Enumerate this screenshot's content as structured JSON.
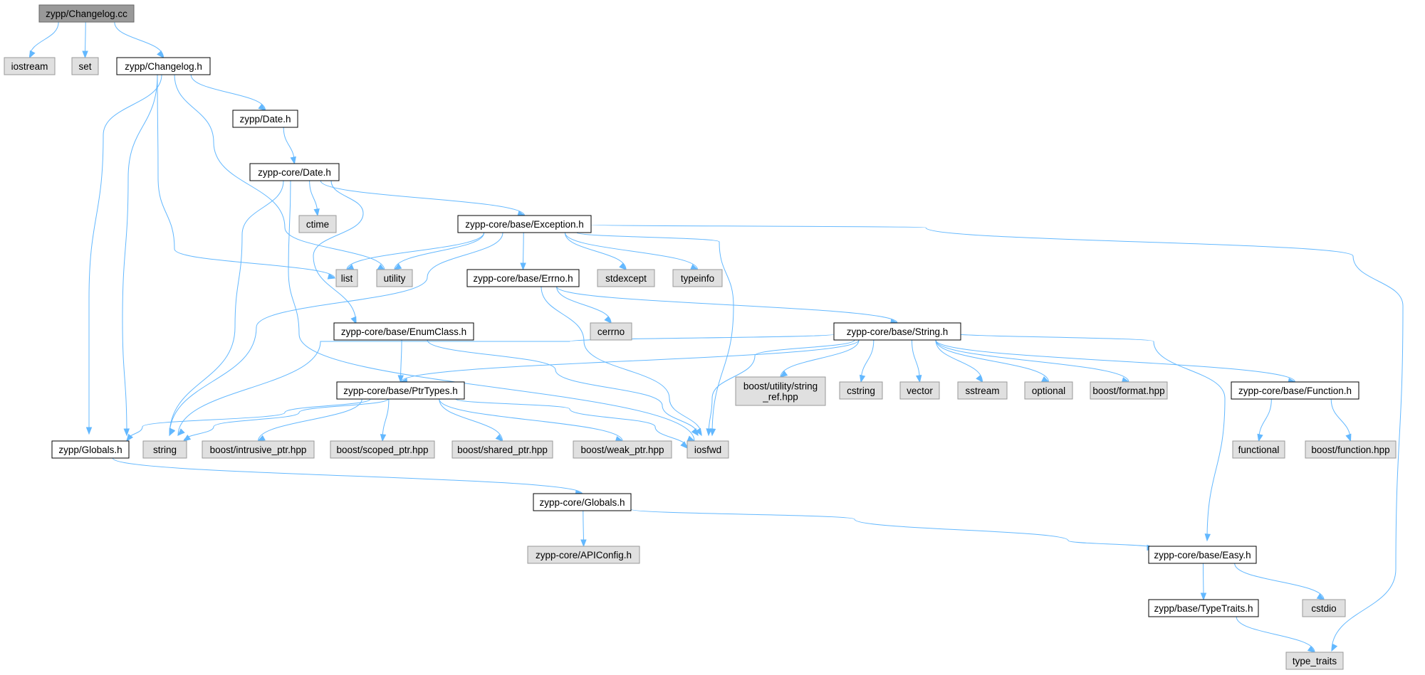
{
  "colors": {
    "root_fill": "#999999",
    "root_stroke": "#666666",
    "documented_fill": "#ffffff",
    "documented_stroke": "#000000",
    "external_fill": "#e0e0e0",
    "external_stroke": "#999999",
    "edge": "#63b8ff"
  },
  "nodes": [
    {
      "id": "n0",
      "label": "zypp/Changelog.cc",
      "kind": "root"
    },
    {
      "id": "n1",
      "label": "iostream",
      "kind": "external"
    },
    {
      "id": "n2",
      "label": "set",
      "kind": "external"
    },
    {
      "id": "n3",
      "label": "zypp/Changelog.h",
      "kind": "documented"
    },
    {
      "id": "n4",
      "label": "zypp/Date.h",
      "kind": "documented"
    },
    {
      "id": "n5",
      "label": "zypp-core/Date.h",
      "kind": "documented"
    },
    {
      "id": "n6",
      "label": "ctime",
      "kind": "external"
    },
    {
      "id": "n7",
      "label": "zypp-core/base/Exception.h",
      "kind": "documented"
    },
    {
      "id": "n8",
      "label": "list",
      "kind": "external"
    },
    {
      "id": "n9",
      "label": "utility",
      "kind": "external"
    },
    {
      "id": "n10",
      "label": "zypp-core/base/Errno.h",
      "kind": "documented"
    },
    {
      "id": "n11",
      "label": "stdexcept",
      "kind": "external"
    },
    {
      "id": "n12",
      "label": "typeinfo",
      "kind": "external"
    },
    {
      "id": "n13",
      "label": "cerrno",
      "kind": "external"
    },
    {
      "id": "n14",
      "label": "zypp-core/base/EnumClass.h",
      "kind": "documented"
    },
    {
      "id": "n15",
      "label": "zypp-core/base/String.h",
      "kind": "documented"
    },
    {
      "id": "n16",
      "label": "zypp-core/base/PtrTypes.h",
      "kind": "documented"
    },
    {
      "id": "n17",
      "label": "boost/utility/string_ref.hpp",
      "lines": [
        "boost/utility/string",
        "_ref.hpp"
      ],
      "kind": "external"
    },
    {
      "id": "n18",
      "label": "cstring",
      "kind": "external"
    },
    {
      "id": "n19",
      "label": "vector",
      "kind": "external"
    },
    {
      "id": "n20",
      "label": "sstream",
      "kind": "external"
    },
    {
      "id": "n21",
      "label": "optional",
      "kind": "external"
    },
    {
      "id": "n22",
      "label": "boost/format.hpp",
      "kind": "external"
    },
    {
      "id": "n23",
      "label": "zypp-core/base/Function.h",
      "kind": "documented"
    },
    {
      "id": "n24",
      "label": "zypp/Globals.h",
      "kind": "documented"
    },
    {
      "id": "n25",
      "label": "string",
      "kind": "external"
    },
    {
      "id": "n26",
      "label": "boost/intrusive_ptr.hpp",
      "kind": "external"
    },
    {
      "id": "n27",
      "label": "boost/scoped_ptr.hpp",
      "kind": "external"
    },
    {
      "id": "n28",
      "label": "boost/shared_ptr.hpp",
      "kind": "external"
    },
    {
      "id": "n29",
      "label": "boost/weak_ptr.hpp",
      "kind": "external"
    },
    {
      "id": "n30",
      "label": "iosfwd",
      "kind": "external"
    },
    {
      "id": "n31",
      "label": "functional",
      "kind": "external"
    },
    {
      "id": "n32",
      "label": "boost/function.hpp",
      "kind": "external"
    },
    {
      "id": "n33",
      "label": "zypp-core/Globals.h",
      "kind": "documented"
    },
    {
      "id": "n34",
      "label": "zypp-core/APIConfig.h",
      "kind": "external"
    },
    {
      "id": "n35",
      "label": "zypp-core/base/Easy.h",
      "kind": "documented"
    },
    {
      "id": "n36",
      "label": "zypp/base/TypeTraits.h",
      "kind": "documented"
    },
    {
      "id": "n37",
      "label": "cstdio",
      "kind": "external"
    },
    {
      "id": "n38",
      "label": "type_traits",
      "kind": "external"
    }
  ],
  "edges": [
    [
      "n0",
      "n1"
    ],
    [
      "n0",
      "n2"
    ],
    [
      "n0",
      "n3"
    ],
    [
      "n3",
      "n4"
    ],
    [
      "n3",
      "n8"
    ],
    [
      "n3",
      "n9"
    ],
    [
      "n3",
      "n24"
    ],
    [
      "n3",
      "n25"
    ],
    [
      "n4",
      "n5"
    ],
    [
      "n5",
      "n6"
    ],
    [
      "n5",
      "n7"
    ],
    [
      "n5",
      "n14"
    ],
    [
      "n5",
      "n25"
    ],
    [
      "n5",
      "n30"
    ],
    [
      "n7",
      "n8"
    ],
    [
      "n7",
      "n9"
    ],
    [
      "n7",
      "n10"
    ],
    [
      "n7",
      "n11"
    ],
    [
      "n7",
      "n12"
    ],
    [
      "n7",
      "n25"
    ],
    [
      "n7",
      "n30"
    ],
    [
      "n7",
      "n38"
    ],
    [
      "n10",
      "n13"
    ],
    [
      "n10",
      "n15"
    ],
    [
      "n10",
      "n30"
    ],
    [
      "n14",
      "n16"
    ],
    [
      "n14",
      "n30"
    ],
    [
      "n15",
      "n16"
    ],
    [
      "n15",
      "n17"
    ],
    [
      "n15",
      "n18"
    ],
    [
      "n15",
      "n19"
    ],
    [
      "n15",
      "n20"
    ],
    [
      "n15",
      "n21"
    ],
    [
      "n15",
      "n22"
    ],
    [
      "n15",
      "n23"
    ],
    [
      "n15",
      "n25"
    ],
    [
      "n15",
      "n30"
    ],
    [
      "n15",
      "n35"
    ],
    [
      "n16",
      "n24"
    ],
    [
      "n16",
      "n25"
    ],
    [
      "n16",
      "n26"
    ],
    [
      "n16",
      "n27"
    ],
    [
      "n16",
      "n28"
    ],
    [
      "n16",
      "n29"
    ],
    [
      "n16",
      "n30"
    ],
    [
      "n23",
      "n31"
    ],
    [
      "n23",
      "n32"
    ],
    [
      "n24",
      "n33"
    ],
    [
      "n33",
      "n34"
    ],
    [
      "n33",
      "n35"
    ],
    [
      "n35",
      "n36"
    ],
    [
      "n35",
      "n37"
    ],
    [
      "n36",
      "n38"
    ]
  ]
}
